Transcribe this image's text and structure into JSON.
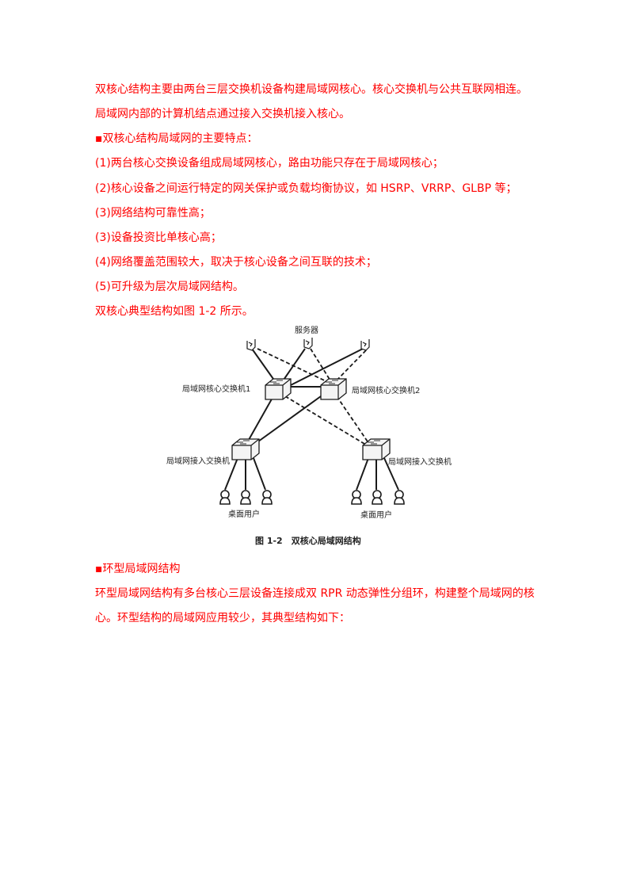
{
  "document": {
    "text_color": "#ff0000",
    "paragraphs": [
      "双核心结构主要由两台三层交换机设备构建局域网核心。核心交换机与公共互联网相连。",
      "局域网内部的计算机结点通过接入交换机接入核心。",
      "▪双核心结构局域网的主要特点：",
      "(1)两台核心交换设备组成局域网核心，路由功能只存在于局域网核心；",
      "(2)核心设备之间运行特定的网关保护或负载均衡协议，如 HSRP、VRRP、GLBP 等；",
      "(3)网络结构可靠性高；",
      "(3)设备投资比单核心高；",
      "(4)网络覆盖范围较大，取决于核心设备之间互联的技术；",
      "(5)可升级为层次局域网结构。",
      "双核心典型结构如图 1-2 所示。"
    ],
    "section2": {
      "heading": "▪环型局域网结构",
      "body_line1": "环型局域网结构有多台核心三层设备连接成双 RPR 动态弹性分组环，构建整个局域网的核",
      "body_line2": "心。环型结构的局域网应用较少，其典型结构如下："
    }
  },
  "figure": {
    "labels": {
      "servers": "服务器",
      "core_switch_1": "局域网核心交换机1",
      "core_switch_2": "局域网核心交换机2",
      "access_switch_left": "局域网接入交换机",
      "access_switch_right": "局域网接入交换机",
      "users_left": "桌面用户",
      "users_right": "桌面用户"
    },
    "caption": "图 1-2　双核心局域网结构"
  }
}
